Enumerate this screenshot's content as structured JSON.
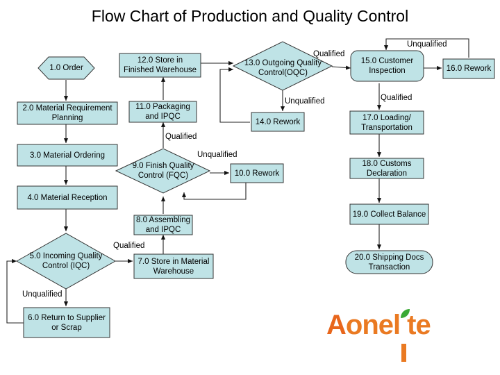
{
  "title": "Flow Chart of Production and Quality Control",
  "colors": {
    "fill": "#bfe3e6",
    "stroke": "#333333",
    "logo_orange": "#e8661c",
    "logo_green": "#3aa935"
  },
  "nodes": {
    "n1": "1.0 Order",
    "n2": "2.0 Material Requirement\nPlanning",
    "n3": "3.0 Material Ordering",
    "n4": "4.0 Material Reception",
    "n5": "5.0 Incoming Quality\nControl (IQC)",
    "n6": "6.0 Return to Supplier\nor Scrap",
    "n7": "7.0 Store in Material\nWarehouse",
    "n8": "8.0 Assembling\nand IPQC",
    "n9": "9.0 Finish Quality\nControl (FQC)",
    "n10": "10.0 Rework",
    "n11": "11.0 Packaging\nand IPQC",
    "n12": "12.0 Store in\nFinished Warehouse",
    "n13": "13.0 Outgoing Quality\nControl(OQC)",
    "n14": "14.0 Rework",
    "n15": "15.0 Customer\nInspection",
    "n16": "16.0 Rework",
    "n17": "17.0 Loading/\nTransportation",
    "n18": "18.0 Customs\nDeclaration",
    "n19": "19.0 Collect Balance",
    "n20": "20.0 Shipping Docs\nTransaction"
  },
  "labels": {
    "iqc_qualified": "Qualified",
    "iqc_unqualified": "Unqualified",
    "fqc_qualified": "Qualified",
    "fqc_unqualified": "Unqualified",
    "oqc_qualified": "Qualified",
    "oqc_unqualified": "Unqualified",
    "ci_qualified": "Qualified",
    "ci_unqualified": "Unqualified"
  },
  "logo": {
    "text": "Aonelite",
    "part_a": "A",
    "part_rest": "onel",
    "part_t": "te"
  }
}
